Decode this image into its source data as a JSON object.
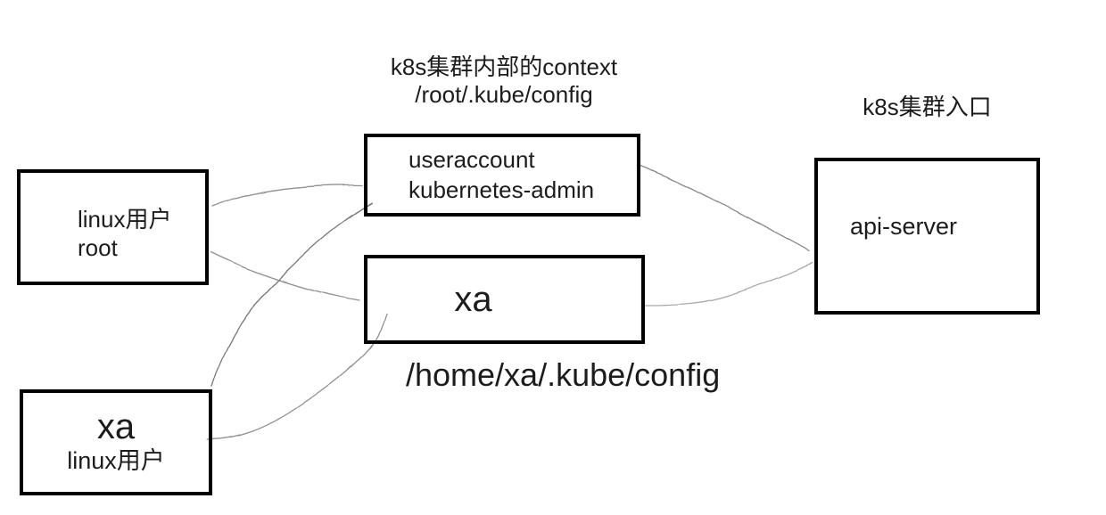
{
  "diagram": {
    "titles": {
      "context_line1": "k8s集群内部的context",
      "context_line2": "/root/.kube/config",
      "entry": "k8s集群入口",
      "xa_config_path": "/home/xa/.kube/config"
    },
    "boxes": {
      "linux_root": {
        "line1": "linux用户",
        "line2": "root"
      },
      "useraccount": {
        "line1": "useraccount",
        "line2": "kubernetes-admin"
      },
      "context_xa": {
        "line1": "xa"
      },
      "xa_linux_user": {
        "line1": "xa",
        "line2": "linux用户"
      },
      "api_server": {
        "line1": "api-server"
      }
    },
    "connections": [
      {
        "from": "linux_root",
        "to": "useraccount"
      },
      {
        "from": "linux_root",
        "to": "context_xa"
      },
      {
        "from": "xa_linux_user",
        "to": "useraccount"
      },
      {
        "from": "xa_linux_user",
        "to": "context_xa"
      },
      {
        "from": "useraccount",
        "to": "api_server"
      },
      {
        "from": "context_xa",
        "to": "api_server"
      }
    ],
    "colors": {
      "background": "#ffffff",
      "box_border": "#000000",
      "text": "#1c1c1c",
      "connector": "#909090",
      "connector_dark": "#787878",
      "connector_light": "#a8a8a8"
    }
  }
}
